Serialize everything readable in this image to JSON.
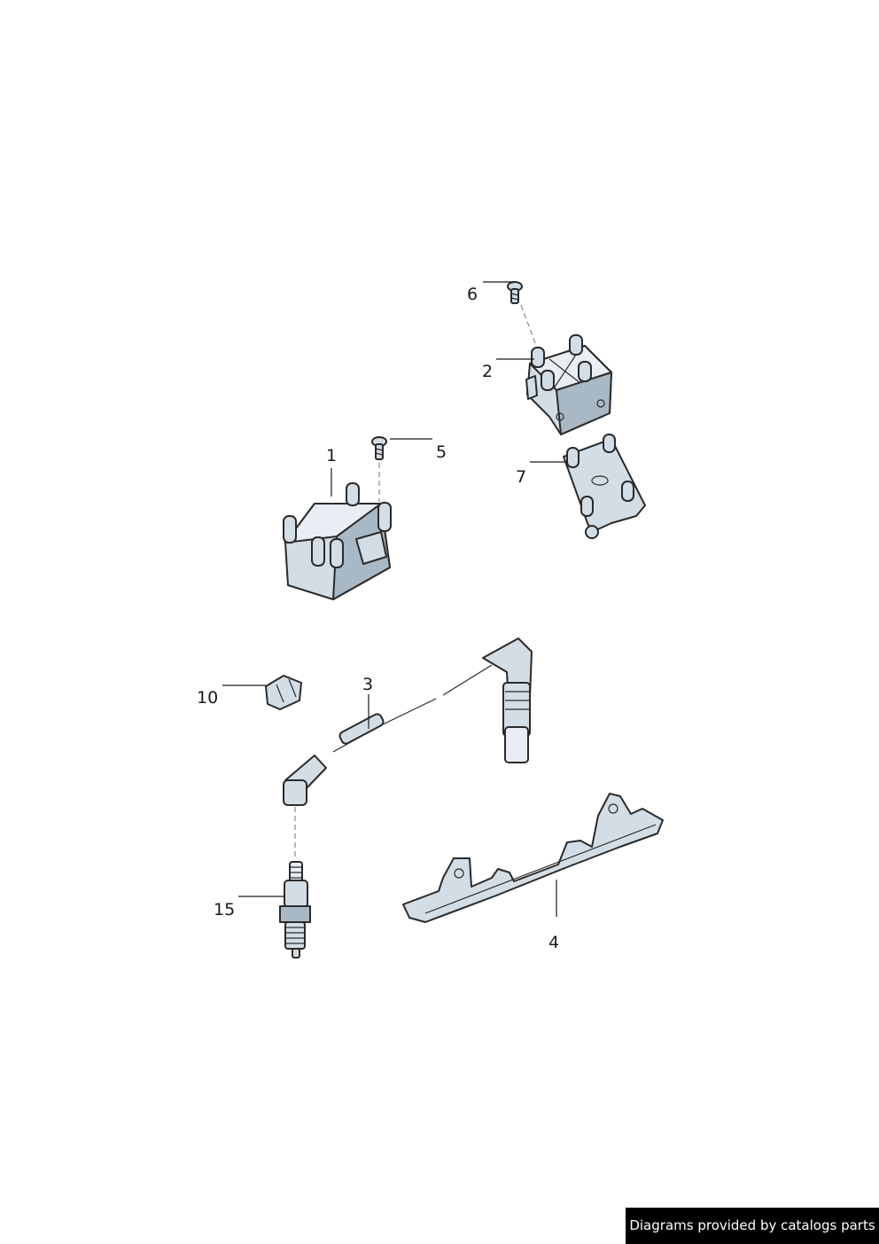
{
  "callouts": {
    "c1": "1",
    "c2": "2",
    "c3": "3",
    "c4": "4",
    "c5": "5",
    "c6": "6",
    "c7": "7",
    "c10": "10",
    "c15": "15"
  },
  "footer": {
    "text": "Diagrams provided by catalogs parts"
  },
  "colors": {
    "part_fill": "#d3dde6",
    "outline": "#2a2a2a",
    "banner_bg": "#000000",
    "banner_text": "#ffffff"
  }
}
